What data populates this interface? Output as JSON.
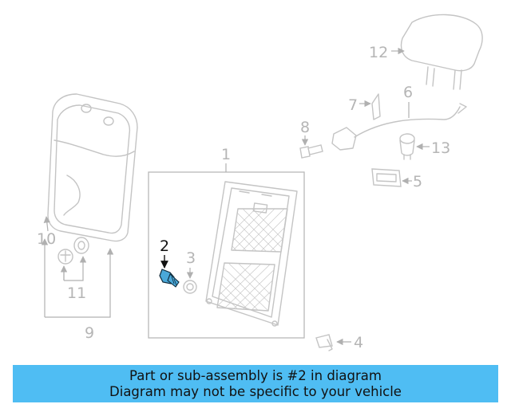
{
  "callouts": {
    "c1": "1",
    "c2": "2",
    "c3": "3",
    "c4": "4",
    "c5": "5",
    "c6": "6",
    "c7": "7",
    "c8": "8",
    "c9": "9",
    "c10": "10",
    "c11": "11",
    "c12": "12",
    "c13": "13"
  },
  "highlighted_part": "2",
  "colors": {
    "banner_bg": "#4fbdf3",
    "highlight_part": "#4aa8d8",
    "line_art": "#c4c4c4",
    "callout_text": "#b5b5b5"
  },
  "banner": {
    "line1": "Part or sub-assembly is #2 in diagram",
    "line2": "Diagram may not be specific to your vehicle"
  }
}
